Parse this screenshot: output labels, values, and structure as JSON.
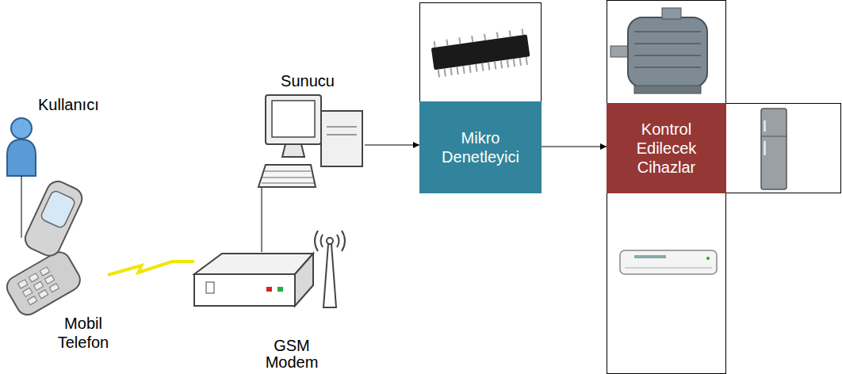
{
  "diagram": {
    "nodes": [
      {
        "text": [
          "Kullanıcı"
        ]
      },
      {
        "text": [
          "Mobil Telefon"
        ]
      },
      {
        "text": [
          "GSM Modem"
        ]
      },
      {
        "text": [
          "Sunucu"
        ]
      },
      {
        "text": [
          "Mikro Denetleyici"
        ]
      },
      {
        "text": [
          "Kontrol Edilecek Cihazlar"
        ]
      }
    ],
    "edges": [
      {
        "from": 0,
        "to": 1,
        "arrow": "none"
      },
      {
        "from": 1,
        "to": 2,
        "arrow": "none"
      },
      {
        "from": 2,
        "to": 3,
        "arrow": "none"
      },
      {
        "from": 3,
        "to": 4,
        "arrow": "to"
      },
      {
        "from": 4,
        "to": 5,
        "arrow": "to"
      }
    ]
  }
}
